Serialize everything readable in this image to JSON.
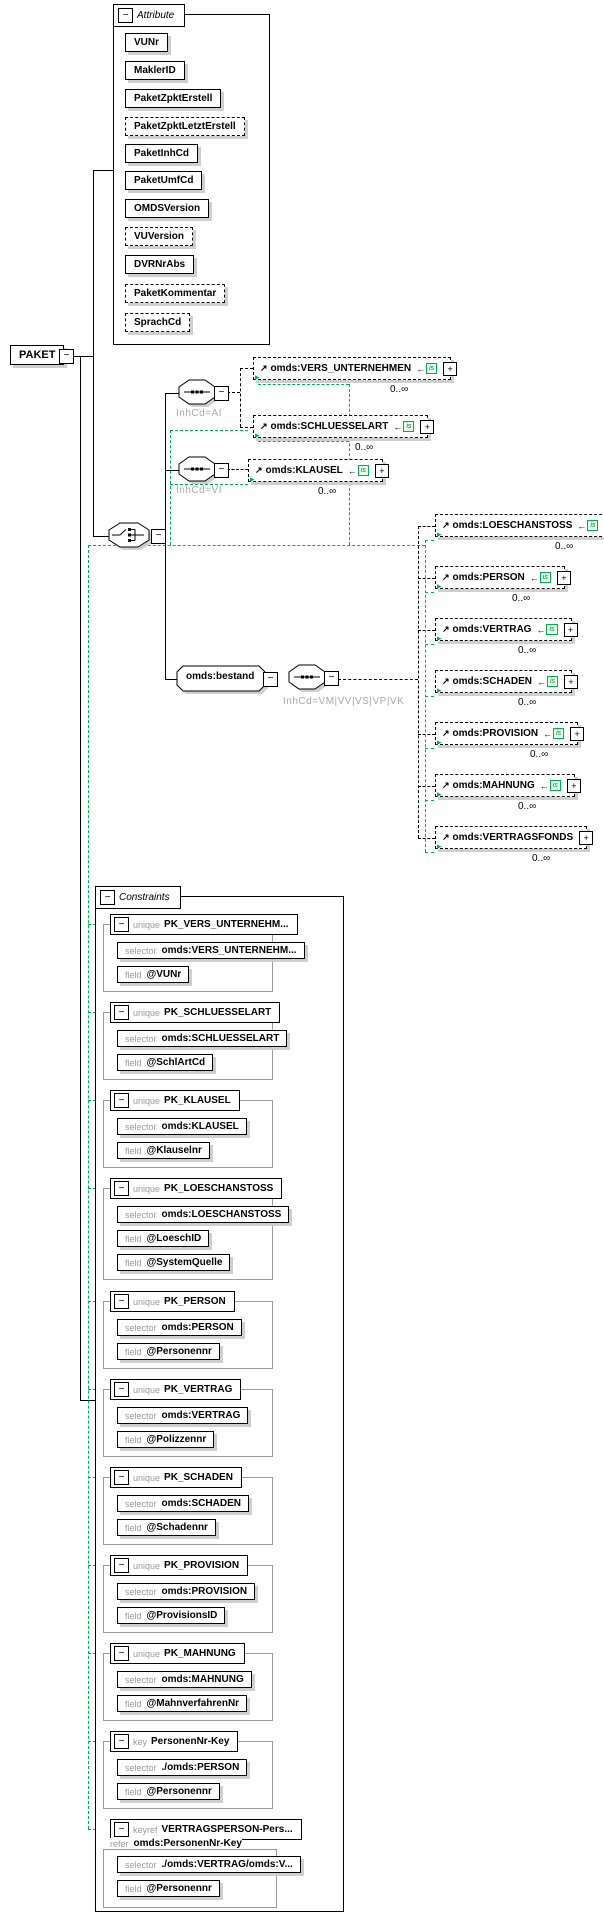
{
  "icons": {
    "collapse": "−",
    "expand": "+",
    "reference_arrow": "↗",
    "identity_arrow": "←",
    "identity_badge": "is",
    "constraint_anchor": "▸"
  },
  "root": {
    "label": "PAKET"
  },
  "attributes_panel": {
    "title": "Attribute",
    "items": [
      {
        "label": "VUNr",
        "required": true
      },
      {
        "label": "MaklerID",
        "required": true
      },
      {
        "label": "PaketZpktErstell",
        "required": true
      },
      {
        "label": "PaketZpktLetztErstell",
        "required": false
      },
      {
        "label": "PaketInhCd",
        "required": true
      },
      {
        "label": "PaketUmfCd",
        "required": true
      },
      {
        "label": "OMDSVersion",
        "required": true
      },
      {
        "label": "VUVersion",
        "required": false
      },
      {
        "label": "DVRNrAbs",
        "required": true
      },
      {
        "label": "PaketKommentar",
        "required": false
      },
      {
        "label": "SprachCd",
        "required": false
      }
    ]
  },
  "content_model": {
    "sequence_ai": {
      "condition": "InhCd=AI",
      "children": [
        {
          "name": "omds:VERS_UNTERNEHMEN",
          "cardinality": "0..∞"
        },
        {
          "name": "omds:SCHLUESSELART",
          "cardinality": "0..∞"
        }
      ]
    },
    "sequence_vi": {
      "condition": "InhCd=VI",
      "children": [
        {
          "name": "omds:KLAUSEL",
          "cardinality": "0..∞"
        }
      ]
    },
    "bestand": {
      "name": "omds:bestand",
      "condition": "InhCd=VM|VV|VS|VP|VK",
      "children": [
        {
          "name": "omds:LOESCHANSTOSS",
          "cardinality": "0..∞"
        },
        {
          "name": "omds:PERSON",
          "cardinality": "0..∞"
        },
        {
          "name": "omds:VERTRAG",
          "cardinality": "0..∞"
        },
        {
          "name": "omds:SCHADEN",
          "cardinality": "0..∞"
        },
        {
          "name": "omds:PROVISION",
          "cardinality": "0..∞"
        },
        {
          "name": "omds:MAHNUNG",
          "cardinality": "0..∞"
        },
        {
          "name": "omds:VERTRAGSFONDS",
          "cardinality": "0..∞"
        }
      ]
    }
  },
  "labels": {
    "refer": "refer"
  },
  "constraints_panel": {
    "title": "Constraints",
    "entries": [
      {
        "kind": "unique",
        "name": "PK_VERS_UNTERNEHM...",
        "selector_label": "selector",
        "selector": "omds:VERS_UNTERNEHM...",
        "field_label": "field",
        "fields": [
          "@VUNr"
        ]
      },
      {
        "kind": "unique",
        "name": "PK_SCHLUESSELART",
        "selector_label": "selector",
        "selector": "omds:SCHLUESSELART",
        "field_label": "field",
        "fields": [
          "@SchlArtCd"
        ]
      },
      {
        "kind": "unique",
        "name": "PK_KLAUSEL",
        "selector_label": "selector",
        "selector": "omds:KLAUSEL",
        "field_label": "field",
        "fields": [
          "@Klauselnr"
        ]
      },
      {
        "kind": "unique",
        "name": "PK_LOESCHANSTOSS",
        "selector_label": "selector",
        "selector": "omds:LOESCHANSTOSS",
        "field_label": "field",
        "fields": [
          "@LoeschID",
          "@SystemQuelle"
        ]
      },
      {
        "kind": "unique",
        "name": "PK_PERSON",
        "selector_label": "selector",
        "selector": "omds:PERSON",
        "field_label": "field",
        "fields": [
          "@Personennr"
        ]
      },
      {
        "kind": "unique",
        "name": "PK_VERTRAG",
        "selector_label": "selector",
        "selector": "omds:VERTRAG",
        "field_label": "field",
        "fields": [
          "@Polizzennr"
        ]
      },
      {
        "kind": "unique",
        "name": "PK_SCHADEN",
        "selector_label": "selector",
        "selector": "omds:SCHADEN",
        "field_label": "field",
        "fields": [
          "@Schadennr"
        ]
      },
      {
        "kind": "unique",
        "name": "PK_PROVISION",
        "selector_label": "selector",
        "selector": "omds:PROVISION",
        "field_label": "field",
        "fields": [
          "@ProvisionsID"
        ]
      },
      {
        "kind": "unique",
        "name": "PK_MAHNUNG",
        "selector_label": "selector",
        "selector": "omds:MAHNUNG",
        "field_label": "field",
        "fields": [
          "@MahnverfahrenNr"
        ]
      },
      {
        "kind": "key",
        "name": "PersonenNr-Key",
        "selector_label": "selector",
        "selector": "./omds:PERSON",
        "field_label": "field",
        "fields": [
          "@Personennr"
        ]
      },
      {
        "kind": "keyref",
        "name": "VERTRAGSPERSON-Pers...",
        "refer": "omds:PersonenNr-Key",
        "selector_label": "selector",
        "selector": "./omds:VERTRAG/omds:V...",
        "field_label": "field",
        "fields": [
          "@Personennr"
        ]
      }
    ]
  },
  "colors": {
    "constraint_green": "#00b050",
    "shadow_gray": "#cfcfcf"
  }
}
